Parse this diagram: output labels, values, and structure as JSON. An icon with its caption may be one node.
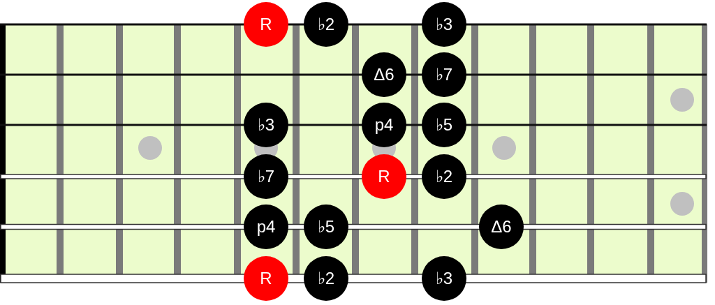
{
  "diagram": {
    "nodes": [
      {
        "text": [
          "R"
        ]
      },
      {
        "text": [
          "♭2"
        ]
      },
      {
        "text": [
          "♭3"
        ]
      },
      {
        "text": [
          "Δ6"
        ]
      },
      {
        "text": [
          "♭7"
        ]
      },
      {
        "text": [
          "♭3"
        ]
      },
      {
        "text": [
          "p4"
        ]
      },
      {
        "text": [
          "♭5"
        ]
      },
      {
        "text": [
          "♭7"
        ]
      },
      {
        "text": [
          "R"
        ]
      },
      {
        "text": [
          "♭2"
        ]
      },
      {
        "text": [
          "p4"
        ]
      },
      {
        "text": [
          "♭5"
        ]
      },
      {
        "text": [
          "Δ6"
        ]
      },
      {
        "text": [
          "R"
        ]
      },
      {
        "text": [
          "♭2"
        ]
      },
      {
        "text": [
          "♭3"
        ]
      }
    ]
  }
}
